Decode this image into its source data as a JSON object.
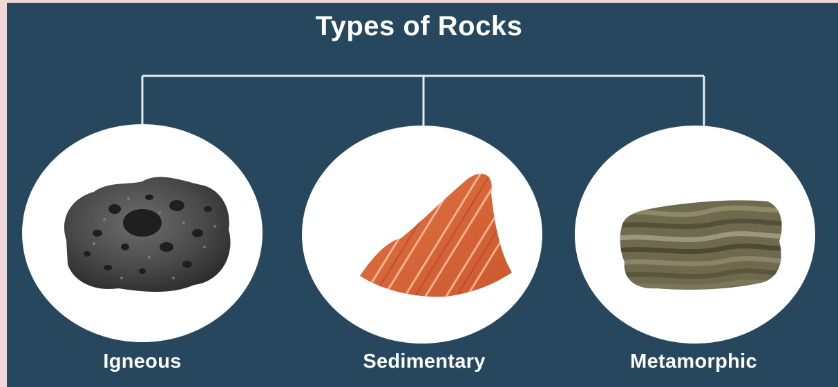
{
  "diagram": {
    "title": "Types of Rocks",
    "colors": {
      "background": "#26475d",
      "frame": "#f2d7d7",
      "connector": "#e6edf1",
      "circle": "#ffffff",
      "text": "#ffffff"
    },
    "nodes": [
      {
        "label": "Igneous",
        "image": "porous-dark-rock-illustration"
      },
      {
        "label": "Sedimentary",
        "image": "striped-red-sandstone-illustration"
      },
      {
        "label": "Metamorphic",
        "image": "banded-green-gneiss-illustration"
      }
    ]
  }
}
